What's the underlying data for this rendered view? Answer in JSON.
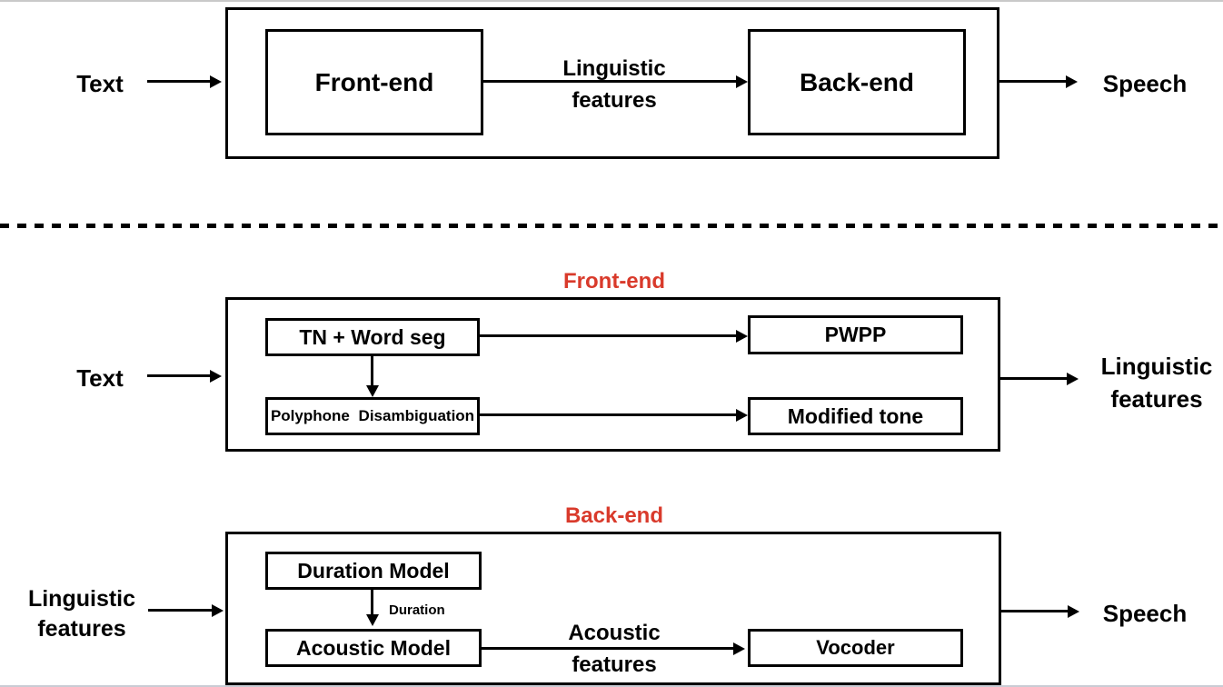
{
  "colors": {
    "accent_red": "#d93a2b",
    "line_black": "#000000",
    "frame_gray": "#c9c9c9"
  },
  "overview": {
    "input_label": "Text",
    "frontend_label": "Front-end",
    "edge_label_line1": "Linguistic",
    "edge_label_line2": "features",
    "backend_label": "Back-end",
    "output_label": "Speech"
  },
  "frontend_detail": {
    "title": "Front-end",
    "input_label": "Text",
    "tn_wordseg_label": "TN + Word seg",
    "pwpp_label": "PWPP",
    "polyphone_label": "Polyphone Disambiguation",
    "modified_tone_label": "Modified tone",
    "output_label_line1": "Linguistic",
    "output_label_line2": "features"
  },
  "backend_detail": {
    "title": "Back-end",
    "input_label_line1": "Linguistic",
    "input_label_line2": "features",
    "duration_model_label": "Duration Model",
    "duration_edge_label": "Duration",
    "acoustic_model_label": "Acoustic Model",
    "acoustic_edge_label_line1": "Acoustic",
    "acoustic_edge_label_line2": "features",
    "vocoder_label": "Vocoder",
    "output_label": "Speech"
  }
}
